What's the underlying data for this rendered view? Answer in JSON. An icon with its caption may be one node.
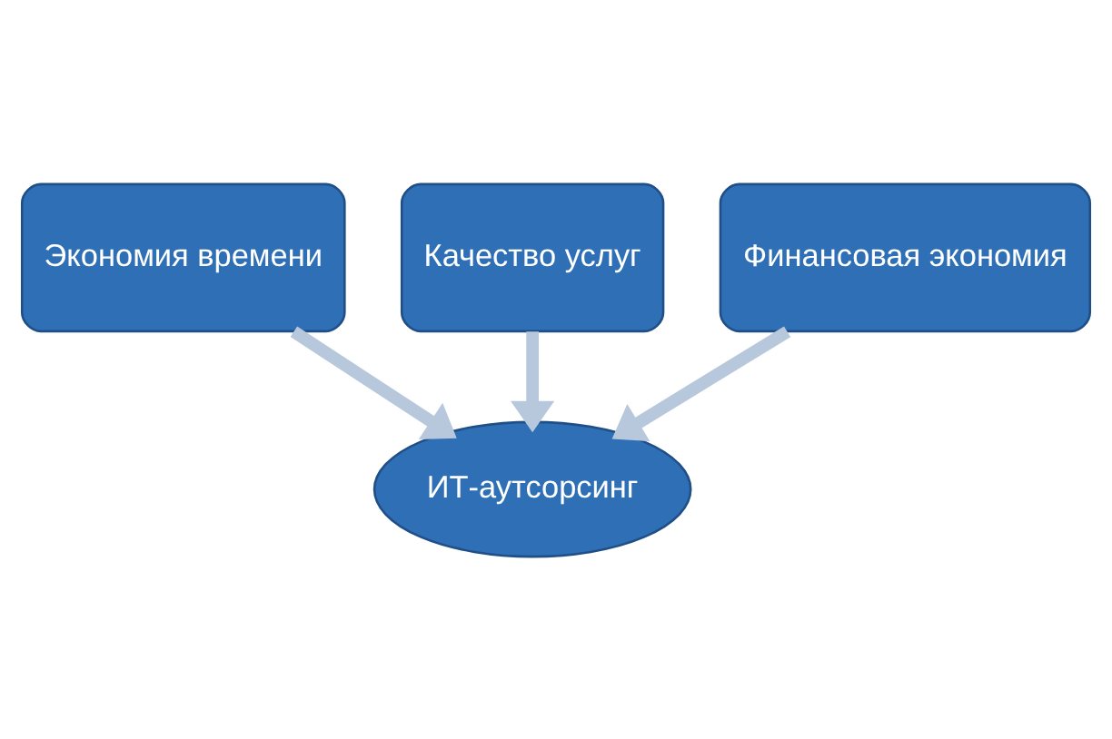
{
  "diagram": {
    "nodes": [
      {
        "text": [
          "Экономия времени"
        ]
      },
      {
        "text": [
          "Качество услуг"
        ]
      },
      {
        "text": [
          "Финансовая экономия"
        ]
      },
      {
        "text": [
          "ИТ-аутсорсинг"
        ]
      }
    ],
    "edges": [
      {
        "from": 0,
        "to": 3,
        "arrow": "to"
      },
      {
        "from": 1,
        "to": 3,
        "arrow": "to"
      },
      {
        "from": 2,
        "to": 3,
        "arrow": "to"
      }
    ]
  }
}
